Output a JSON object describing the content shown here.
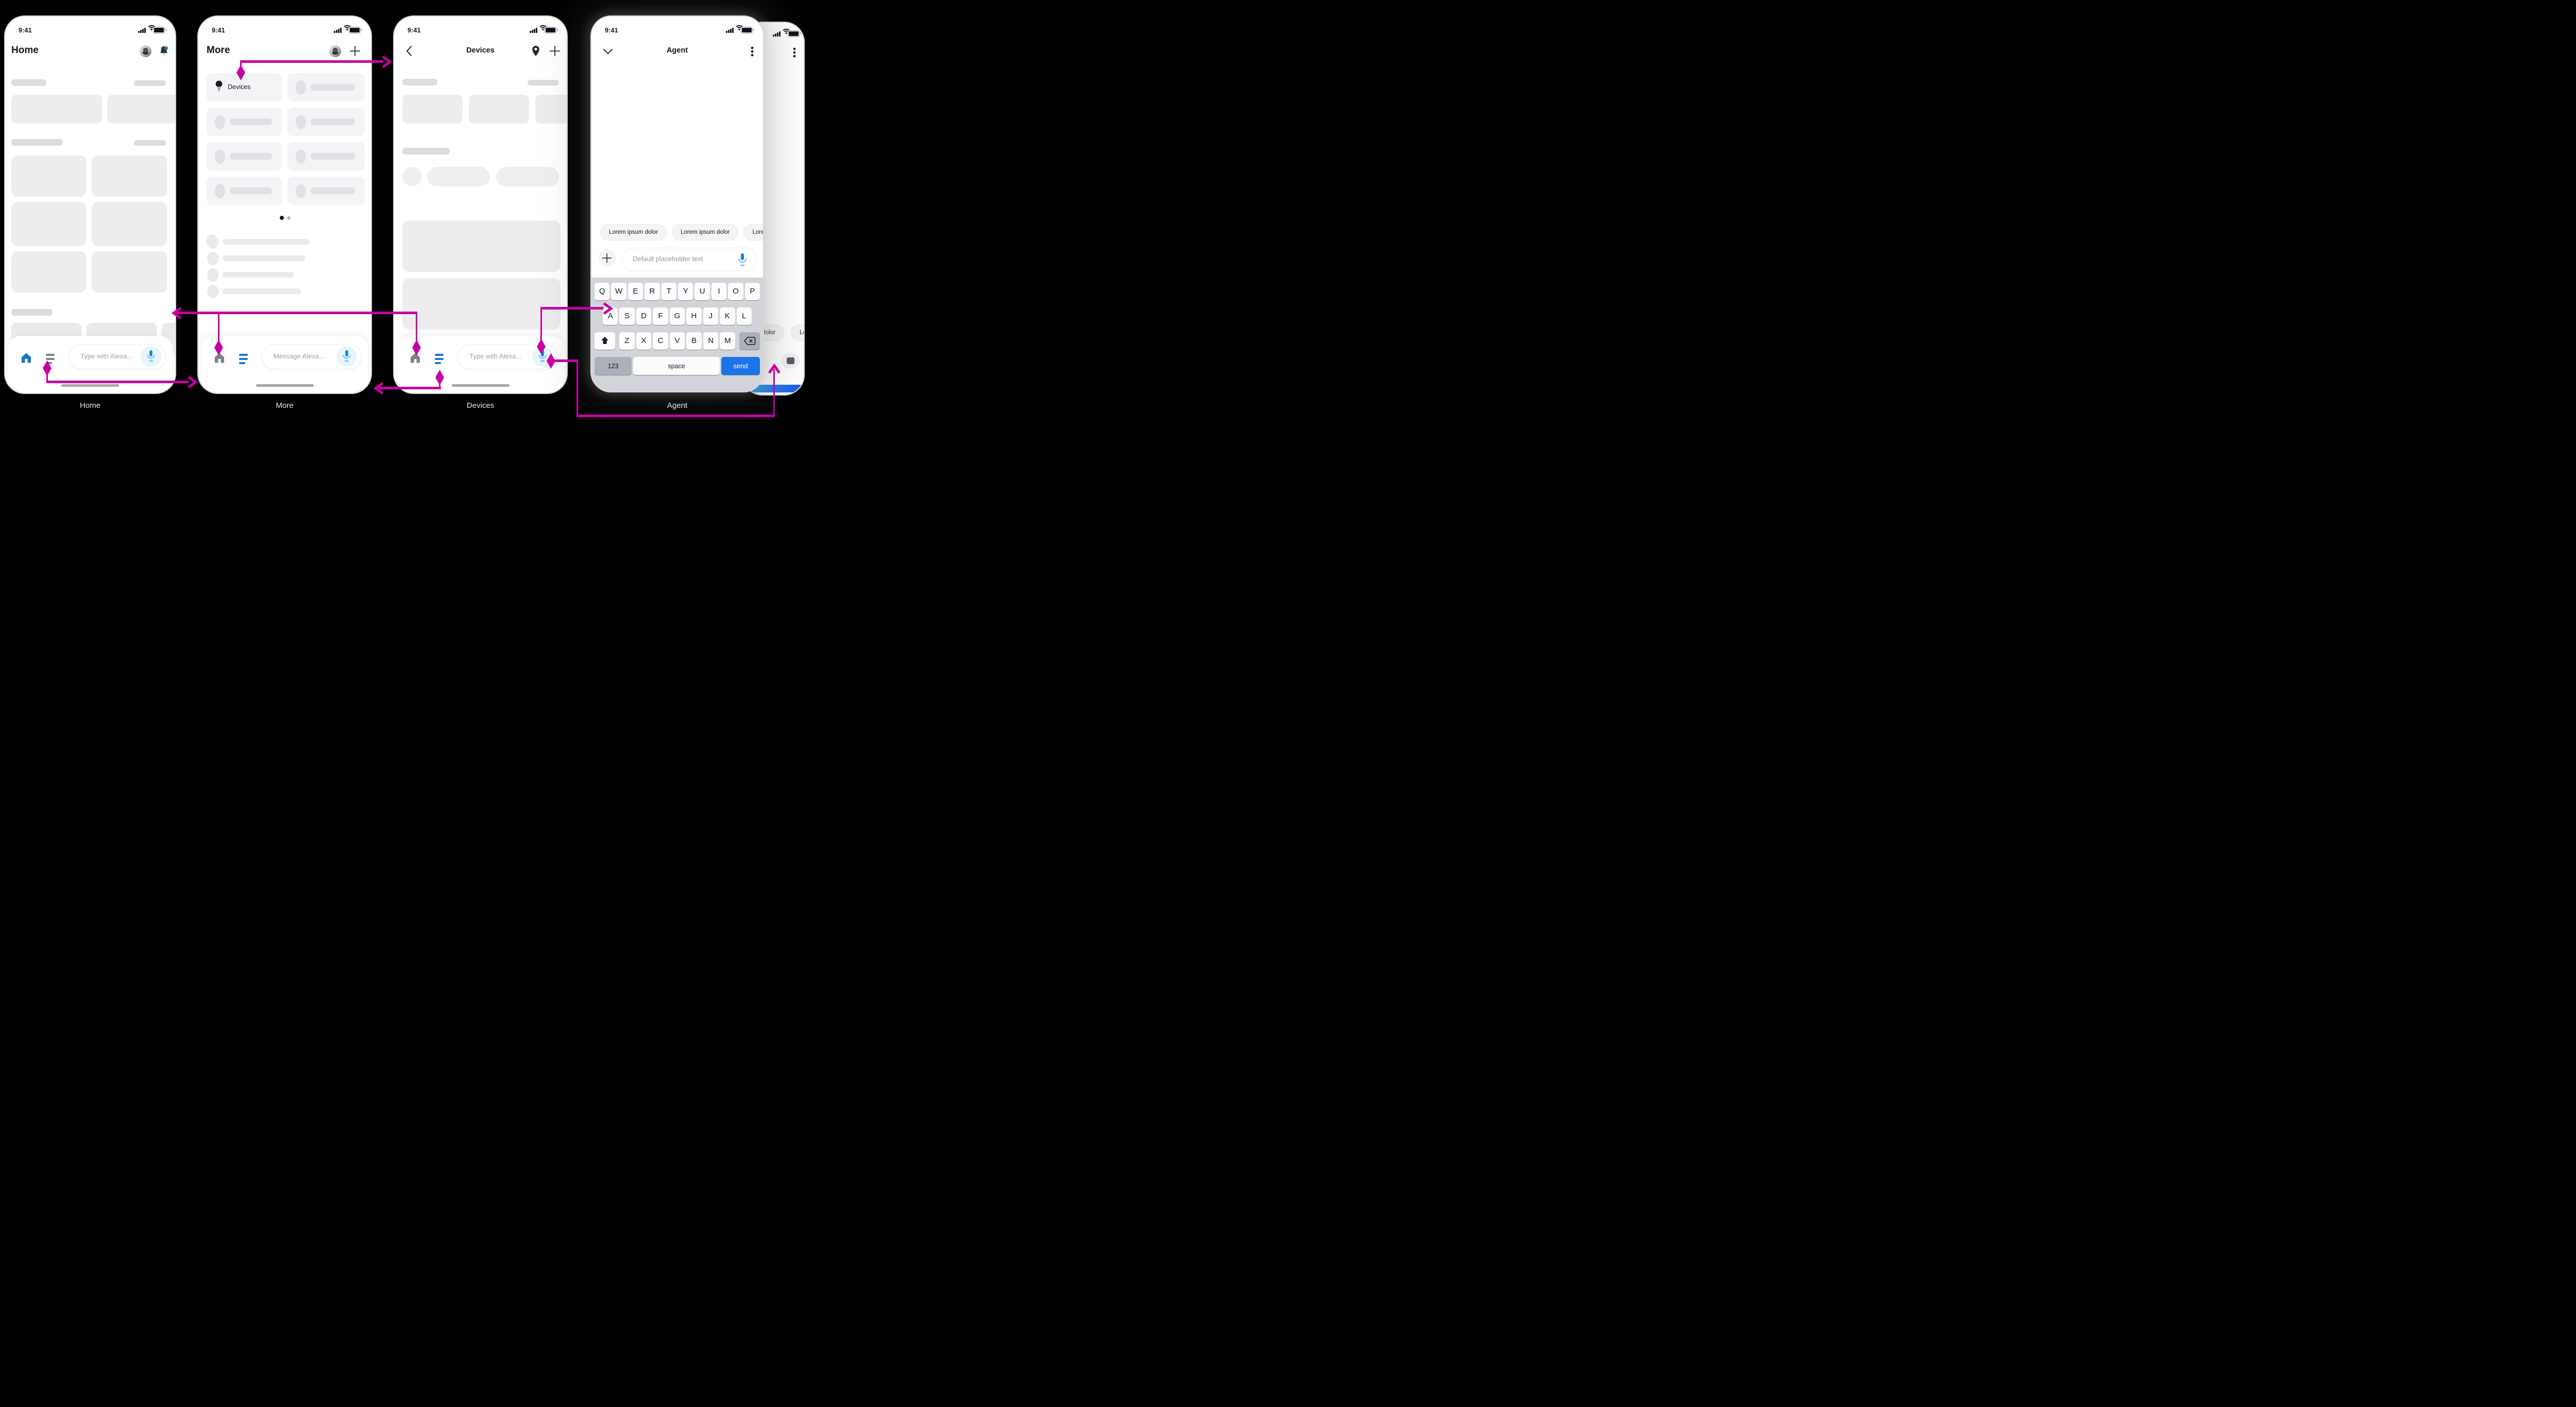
{
  "statusbar": {
    "time": "9:41"
  },
  "flow_labels": {
    "home": "Home",
    "more": "More",
    "devices": "Devices",
    "agent": "Agent"
  },
  "home_screen": {
    "title": "Home",
    "input_placeholder": "Type with Alexa..."
  },
  "more_screen": {
    "title": "More",
    "devices_tile_label": "Devices",
    "input_placeholder": "Message Alexa..."
  },
  "devices_screen": {
    "title": "Devices",
    "input_placeholder": "Type with Alexa..."
  },
  "agent_screen": {
    "title": "Agent",
    "suggestion_chips": [
      "Lorem ipsum dolor",
      "Lorem ipsum dolor",
      "Lorem ipsum dolor"
    ],
    "input_placeholder": "Default placeholder text",
    "keyboard": {
      "row1": [
        "Q",
        "W",
        "E",
        "R",
        "T",
        "Y",
        "U",
        "I",
        "O",
        "P"
      ],
      "row2": [
        "A",
        "S",
        "D",
        "F",
        "G",
        "H",
        "J",
        "K",
        "L"
      ],
      "row3": [
        "Z",
        "X",
        "C",
        "V",
        "B",
        "N",
        "M"
      ],
      "numbers_key": "123",
      "space_key": "space",
      "send_key": "send"
    }
  },
  "voice_screen": {
    "chips": [
      "Lorem ipsum dolor",
      "Lorem ipsum dolor"
    ]
  },
  "colors": {
    "connector_magenta": "#C700A3",
    "accent_blue": "#1878C8",
    "mic_blue": "#1B82D4",
    "send_blue": "#1B74E8",
    "notification_teal": "#0E8098",
    "listening_bar_gradient": [
      "#1DA2E2",
      "#2457EA"
    ]
  },
  "icons": [
    "signal-icon",
    "wifi-icon",
    "battery-icon",
    "avatar",
    "bell-icon",
    "plus-icon",
    "back-chevron-icon",
    "location-pin-icon",
    "chevron-down-icon",
    "kebab-menu-icon",
    "home-icon",
    "menu-icon",
    "mic-icon",
    "lightbulb-icon",
    "shift-icon",
    "backspace-icon",
    "stop-icon"
  ]
}
